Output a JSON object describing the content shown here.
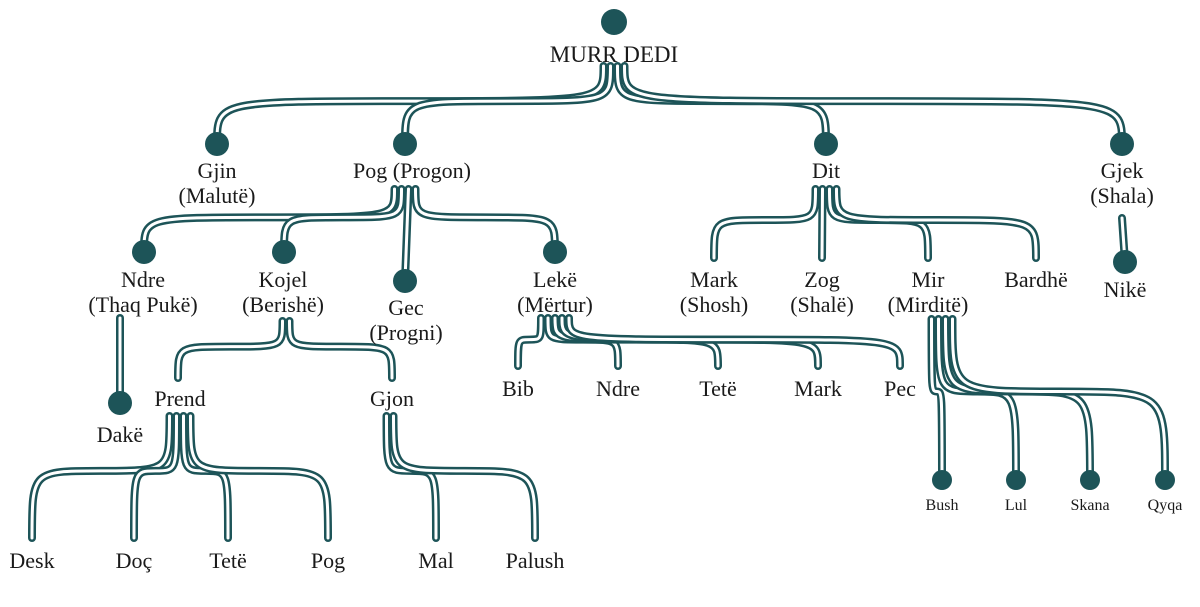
{
  "colors": {
    "line": "#1d5458",
    "node": "#1d5458",
    "text": "#1a1a1a",
    "background": "#ffffff"
  },
  "nodes": {
    "murr": {
      "label": "MURR DEDI"
    },
    "gjin": {
      "label": "Gjin",
      "sub": "(Malutë)"
    },
    "pog": {
      "label": "Pog (Progon)"
    },
    "dit": {
      "label": "Dit"
    },
    "gjek": {
      "label": "Gjek",
      "sub": "(Shala)"
    },
    "ndre1": {
      "label": "Ndre",
      "sub": "(Thaq Pukë)"
    },
    "kojel": {
      "label": "Kojel",
      "sub": "(Berishë)"
    },
    "gec": {
      "label": "Gec",
      "sub": "(Progni)"
    },
    "leke": {
      "label": "Lekë",
      "sub": "(Mërtur)"
    },
    "mark1": {
      "label": "Mark",
      "sub": "(Shosh)"
    },
    "zog": {
      "label": "Zog",
      "sub": "(Shalë)"
    },
    "mir": {
      "label": "Mir",
      "sub": "(Mirditë)"
    },
    "bardhe": {
      "label": "Bardhë"
    },
    "nike": {
      "label": "Nikë"
    },
    "dake": {
      "label": "Dakë"
    },
    "prend": {
      "label": "Prend"
    },
    "gjon": {
      "label": "Gjon"
    },
    "bib": {
      "label": "Bib"
    },
    "ndre2": {
      "label": "Ndre"
    },
    "tete1": {
      "label": "Tetë"
    },
    "mark2": {
      "label": "Mark"
    },
    "pec": {
      "label": "Pec"
    },
    "bush": {
      "label": "Bush"
    },
    "lul": {
      "label": "Lul"
    },
    "skana": {
      "label": "Skana"
    },
    "qyqa": {
      "label": "Qyqa"
    },
    "desk": {
      "label": "Desk"
    },
    "doc": {
      "label": "Doç"
    },
    "tete2": {
      "label": "Tetë"
    },
    "pog2": {
      "label": "Pog"
    },
    "mal": {
      "label": "Mal"
    },
    "palush": {
      "label": "Palush"
    }
  },
  "links": [
    [
      "murr",
      "gjin"
    ],
    [
      "murr",
      "pog"
    ],
    [
      "murr",
      "dit"
    ],
    [
      "murr",
      "gjek"
    ],
    [
      "pog",
      "ndre1"
    ],
    [
      "pog",
      "kojel"
    ],
    [
      "pog",
      "gec"
    ],
    [
      "pog",
      "leke"
    ],
    [
      "dit",
      "mark1"
    ],
    [
      "dit",
      "zog"
    ],
    [
      "dit",
      "mir"
    ],
    [
      "dit",
      "bardhe"
    ],
    [
      "gjek",
      "nike"
    ],
    [
      "ndre1",
      "dake"
    ],
    [
      "kojel",
      "prend"
    ],
    [
      "kojel",
      "gjon"
    ],
    [
      "leke",
      "bib"
    ],
    [
      "leke",
      "ndre2"
    ],
    [
      "leke",
      "tete1"
    ],
    [
      "leke",
      "mark2"
    ],
    [
      "leke",
      "pec"
    ],
    [
      "mir",
      "bush"
    ],
    [
      "mir",
      "lul"
    ],
    [
      "mir",
      "skana"
    ],
    [
      "mir",
      "qyqa"
    ],
    [
      "prend",
      "desk"
    ],
    [
      "prend",
      "doc"
    ],
    [
      "prend",
      "tete2"
    ],
    [
      "prend",
      "pog2"
    ],
    [
      "gjon",
      "mal"
    ],
    [
      "gjon",
      "palush"
    ]
  ]
}
